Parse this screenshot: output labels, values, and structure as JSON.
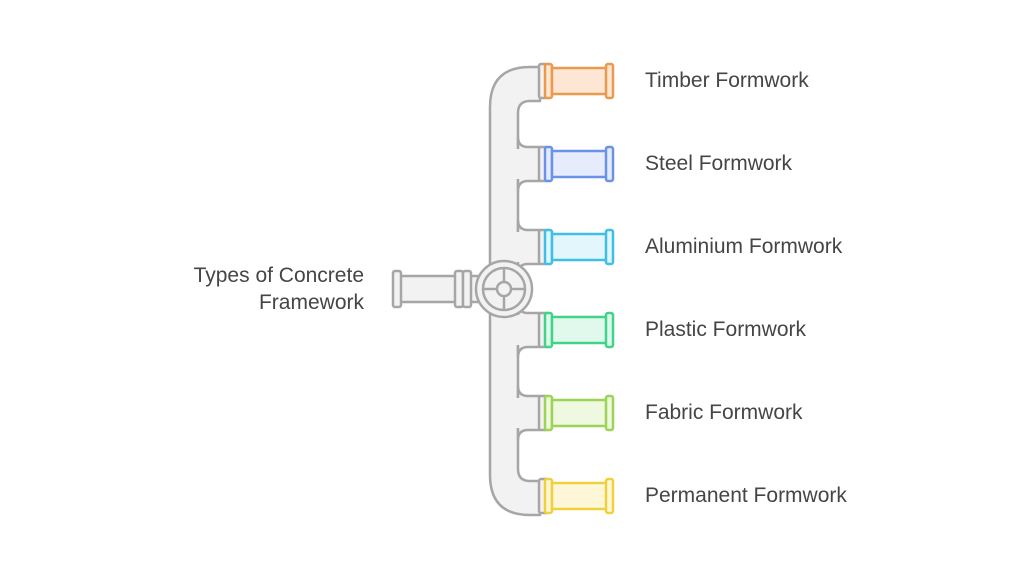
{
  "root": {
    "line1": "Types of Concrete",
    "line2": "Framework"
  },
  "items": [
    {
      "label": "Timber Formwork",
      "fill": "#fde6d3",
      "stroke": "#e99a4c"
    },
    {
      "label": "Steel Formwork",
      "fill": "#e6ecfc",
      "stroke": "#6a93e8"
    },
    {
      "label": "Aluminium Formwork",
      "fill": "#e3f6fc",
      "stroke": "#3ec0e6"
    },
    {
      "label": "Plastic Formwork",
      "fill": "#e1f9ec",
      "stroke": "#3fd487"
    },
    {
      "label": "Fabric Formwork",
      "fill": "#eef9df",
      "stroke": "#9bd457"
    },
    {
      "label": "Permanent Formwork",
      "fill": "#fdf7d8",
      "stroke": "#efd13e"
    }
  ],
  "pipe": {
    "fill": "#f2f2f2",
    "stroke": "#a6a6a6"
  }
}
